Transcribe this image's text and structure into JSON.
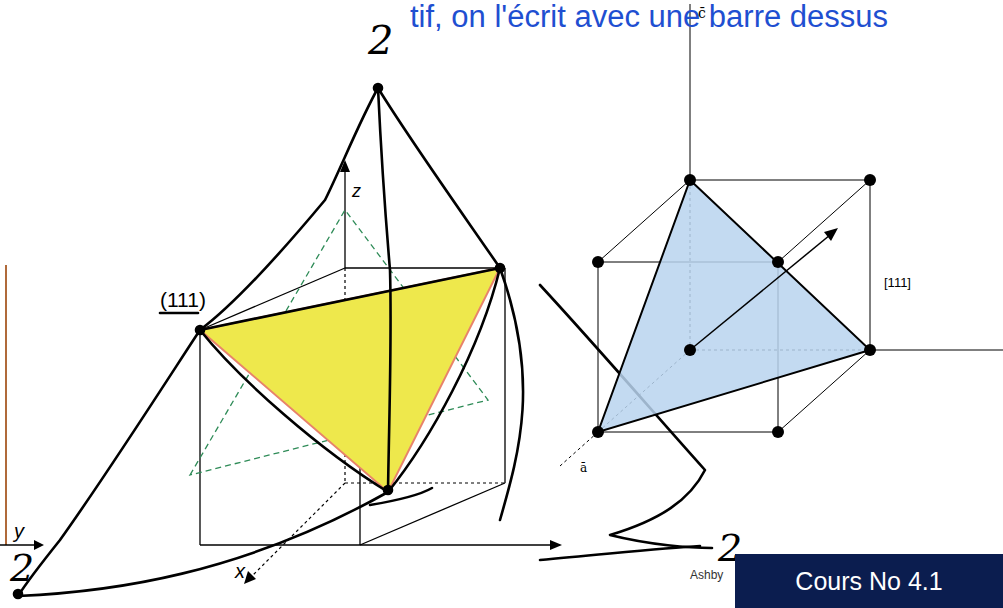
{
  "diagram": {
    "nodes": [
      {
        "text": [
          "Cours No 4.1"
        ]
      }
    ],
    "labels": [
      "tif, on l'écrit avec une barre dessus",
      "2",
      "z",
      "(111)",
      "y",
      "x",
      "2",
      "2",
      "c̄",
      "[111]",
      "ā",
      "Ashby"
    ]
  }
}
